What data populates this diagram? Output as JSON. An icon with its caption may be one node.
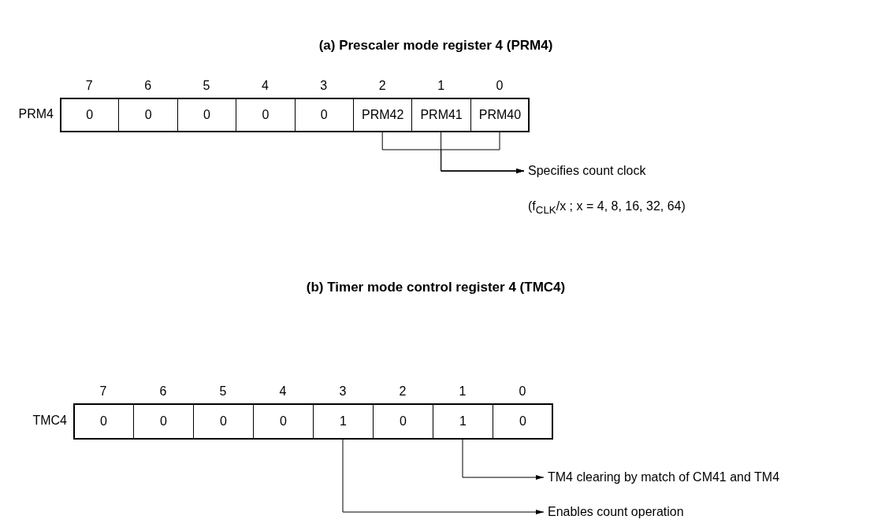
{
  "diagram": {
    "nodes": [
      {
        "text": [
          "PRM4"
        ]
      },
      {
        "text": [
          "0"
        ],
        "in": 0,
        "beside": [
          "7"
        ]
      },
      {
        "text": [
          "0"
        ],
        "in": 0,
        "beside": [
          "6"
        ]
      },
      {
        "text": [
          "0"
        ],
        "in": 0,
        "beside": [
          "5"
        ]
      },
      {
        "text": [
          "0"
        ],
        "in": 0,
        "beside": [
          "4"
        ]
      },
      {
        "text": [
          "0"
        ],
        "in": 0,
        "beside": [
          "3"
        ]
      },
      {
        "text": [
          "PRM42"
        ],
        "in": 0,
        "beside": [
          "2"
        ]
      },
      {
        "text": [
          "PRM41"
        ],
        "in": 0,
        "beside": [
          "1"
        ]
      },
      {
        "text": [
          "PRM40"
        ],
        "in": 0,
        "beside": [
          "0"
        ]
      },
      {
        "text": [
          "Specifies count clock"
        ],
        "beside": [
          "(f$_{CLK}$/x ; x = 4, 8, 16, 32, 64)"
        ]
      },
      {
        "text": [
          "TMC4"
        ]
      },
      {
        "text": [
          "0"
        ],
        "in": 10,
        "beside": [
          "7"
        ]
      },
      {
        "text": [
          "0"
        ],
        "in": 10,
        "beside": [
          "6"
        ]
      },
      {
        "text": [
          "0"
        ],
        "in": 10,
        "beside": [
          "5"
        ]
      },
      {
        "text": [
          "0"
        ],
        "in": 10,
        "beside": [
          "4"
        ]
      },
      {
        "text": [
          "1"
        ],
        "in": 10,
        "beside": [
          "3"
        ]
      },
      {
        "text": [
          "0"
        ],
        "in": 10,
        "beside": [
          "2"
        ]
      },
      {
        "text": [
          "1"
        ],
        "in": 10,
        "beside": [
          "1"
        ]
      },
      {
        "text": [
          "0"
        ],
        "in": 10,
        "beside": [
          "0"
        ]
      },
      {
        "text": [
          "TM4 clearing by match of CM41 and TM4"
        ]
      },
      {
        "text": [
          "Enables count operation"
        ]
      }
    ],
    "edges": [
      {
        "from": 6,
        "to": 9,
        "arrow": "to"
      },
      {
        "from": 7,
        "to": 9,
        "arrow": "to"
      },
      {
        "from": 8,
        "to": 9,
        "arrow": "to"
      },
      {
        "from": 17,
        "to": 19,
        "arrow": "to"
      },
      {
        "from": 15,
        "to": 20,
        "arrow": "to"
      }
    ],
    "labels": [
      "(a) Prescaler mode register 4 (PRM4)",
      "(b) Timer mode control register 4 (TMC4)"
    ]
  }
}
